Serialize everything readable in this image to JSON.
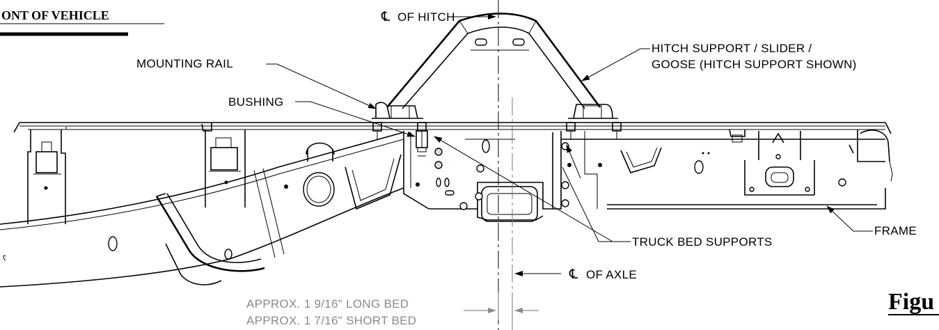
{
  "labels": {
    "front_of_vehicle": "ONT OF  VEHICLE",
    "cl_of_hitch": "OF HITCH",
    "mounting_rail": "MOUNTING RAIL",
    "hitch_support_line1": "HITCH SUPPORT / SLIDER /",
    "hitch_support_line2": "GOOSE (HITCH SUPPORT SHOWN)",
    "bushing": "BUSHING",
    "truck_bed_supports": "TRUCK BED SUPPORTS",
    "frame": "FRAME",
    "cl_of_axle": "OF AXLE",
    "long_bed": "APPROX. 1 9/16\" LONG BED",
    "short_bed": "APPROX. 1 7/16\" SHORT BED",
    "figure": "Figu",
    "centerline_symbol": "℄"
  },
  "colors": {
    "line": "#000000",
    "dimension_text": "#8a8a8a",
    "background": "#ffffff"
  },
  "icons": {
    "centerline": "centerline-symbol-icon"
  }
}
